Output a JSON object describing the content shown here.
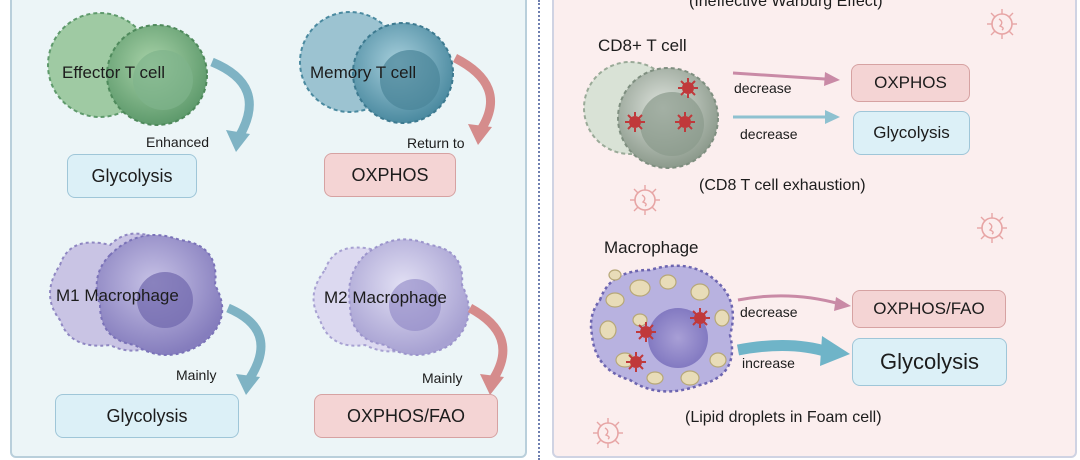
{
  "left_panel": {
    "effector": {
      "cell_label": "Effector  T cell",
      "arrow_label": "Enhanced",
      "box_label": "Glycolysis"
    },
    "memory": {
      "cell_label": "Memory  T cell",
      "arrow_label": "Return to",
      "box_label": "OXPHOS"
    },
    "m1": {
      "cell_label": "M1 Macrophage",
      "arrow_label": "Mainly",
      "box_label": "Glycolysis"
    },
    "m2": {
      "cell_label": "M2 Macrophage",
      "arrow_label": "Mainly",
      "box_label": "OXPHOS/FAO"
    }
  },
  "right_panel": {
    "header": "(Ineffective Warburg Effect)",
    "cd8": {
      "title": "CD8+  T cell",
      "arrow1_label": "decrease",
      "box1_label": "OXPHOS",
      "arrow2_label": "decrease",
      "box2_label": "Glycolysis",
      "caption": "(CD8 T cell exhaustion)"
    },
    "macrophage": {
      "title": "Macrophage",
      "arrow1_label": "decrease",
      "box1_label": "OXPHOS/FAO",
      "arrow2_label": "increase",
      "box2_label": "Glycolysis",
      "caption": "(Lipid droplets in Foam cell)"
    }
  },
  "colors": {
    "left_bg": "#ecf5f7",
    "right_bg": "#fbeeee",
    "blue_box": "#dcf0f7",
    "pink_box": "#f4d4d4",
    "blue_arrow": "#7fb3c4",
    "pink_arrow": "#d58c8c",
    "green_cell": "#6aa578",
    "teal_cell": "#4f8fa3",
    "purple_cell": "#8e86c4",
    "virus": "#c0393b"
  }
}
